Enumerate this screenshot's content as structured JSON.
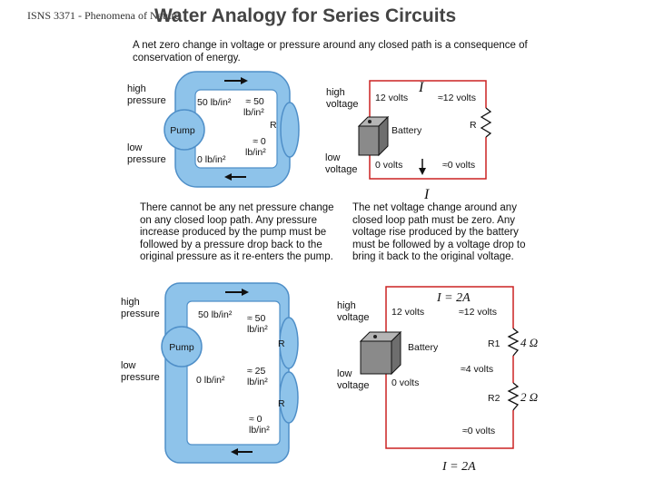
{
  "header": {
    "course": "ISNS 3371 - Phenomena of Nature",
    "title": "Water Analogy for Series Circuits"
  },
  "intro": "A net zero change in voltage or pressure around any closed path is a consequence of conservation of energy.",
  "top_water": {
    "high_label": "high\npressure",
    "low_label": "low\npressure",
    "pump": "Pump",
    "p_top": "50 lb/in²",
    "p_right_top": "≈ 50\nlb/in²",
    "r_label": "R",
    "p_right_bottom": "≈ 0\nlb/in²",
    "p_bottom": "0 lb/in²"
  },
  "top_circuit": {
    "high_label": "high\nvoltage",
    "low_label": "low\nvoltage",
    "current_top": "I",
    "current_bottom": "I",
    "v_top_left": "12 volts",
    "v_top_right": "≈12 volts",
    "battery": "Battery",
    "r_label": "R",
    "v_bottom_left": "0 volts",
    "v_bottom_right": "≈0 volts"
  },
  "para_left": "There cannot be any net pressure change on any closed loop path. Any pressure increase produced by the pump must be followed by a pressure drop back to the original pressure as it re-enters the pump.",
  "para_right": "The net voltage change around any closed loop path must be zero. Any voltage rise produced by the battery must be followed by a voltage drop to bring it back to the original voltage.",
  "bottom_water": {
    "high_label": "high\npressure",
    "low_label": "low\npressure",
    "pump": "Pump",
    "p_top": "50 lb/in²",
    "p_right_1": "≈ 50\nlb/in²",
    "r_label_1": "R",
    "p_left_bottom": "0 lb/in²",
    "p_right_2": "≈ 25\nlb/in²",
    "r_label_2": "R",
    "p_right_3": "≈ 0\nlb/in²"
  },
  "bottom_circuit": {
    "high_label": "high\nvoltage",
    "low_label": "low\nvoltage",
    "current_top": "I = 2A",
    "current_bottom": "I = 2A",
    "v_top_left": "12 volts",
    "v_top_right": "≈12 volts",
    "battery": "Battery",
    "r1_label": "R1",
    "r1_value": "4 Ω",
    "v_mid": "≈4 volts",
    "r2_label": "R2",
    "r2_value": "2 Ω",
    "v_bottom_left": "0 volts",
    "v_bottom_right": "≈0 volts"
  },
  "colors": {
    "water": "#8ec3ea",
    "water_dark": "#4f8fc8",
    "wire": "#cc2222",
    "battery": "#8a8a8a"
  }
}
